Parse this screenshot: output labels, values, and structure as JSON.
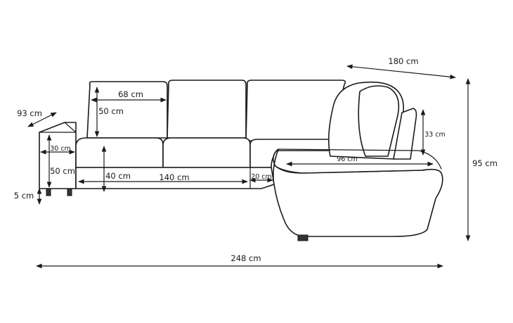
{
  "diagram": {
    "dimensions": {
      "depth_corner": "180 cm",
      "height_total": "95 cm",
      "width_total": "248 cm",
      "depth_side": "93 cm",
      "backrest_width": "68 cm",
      "backrest_height": "50 cm",
      "armrest_width": "30 cm",
      "armrest_height": "50 cm",
      "leg_height": "5 cm",
      "seat_height": "40 cm",
      "seat_width": "140 cm",
      "corner_segment": "20 cm",
      "chaise_back_height": "33 cm",
      "chaise_width": "96 cm"
    }
  }
}
